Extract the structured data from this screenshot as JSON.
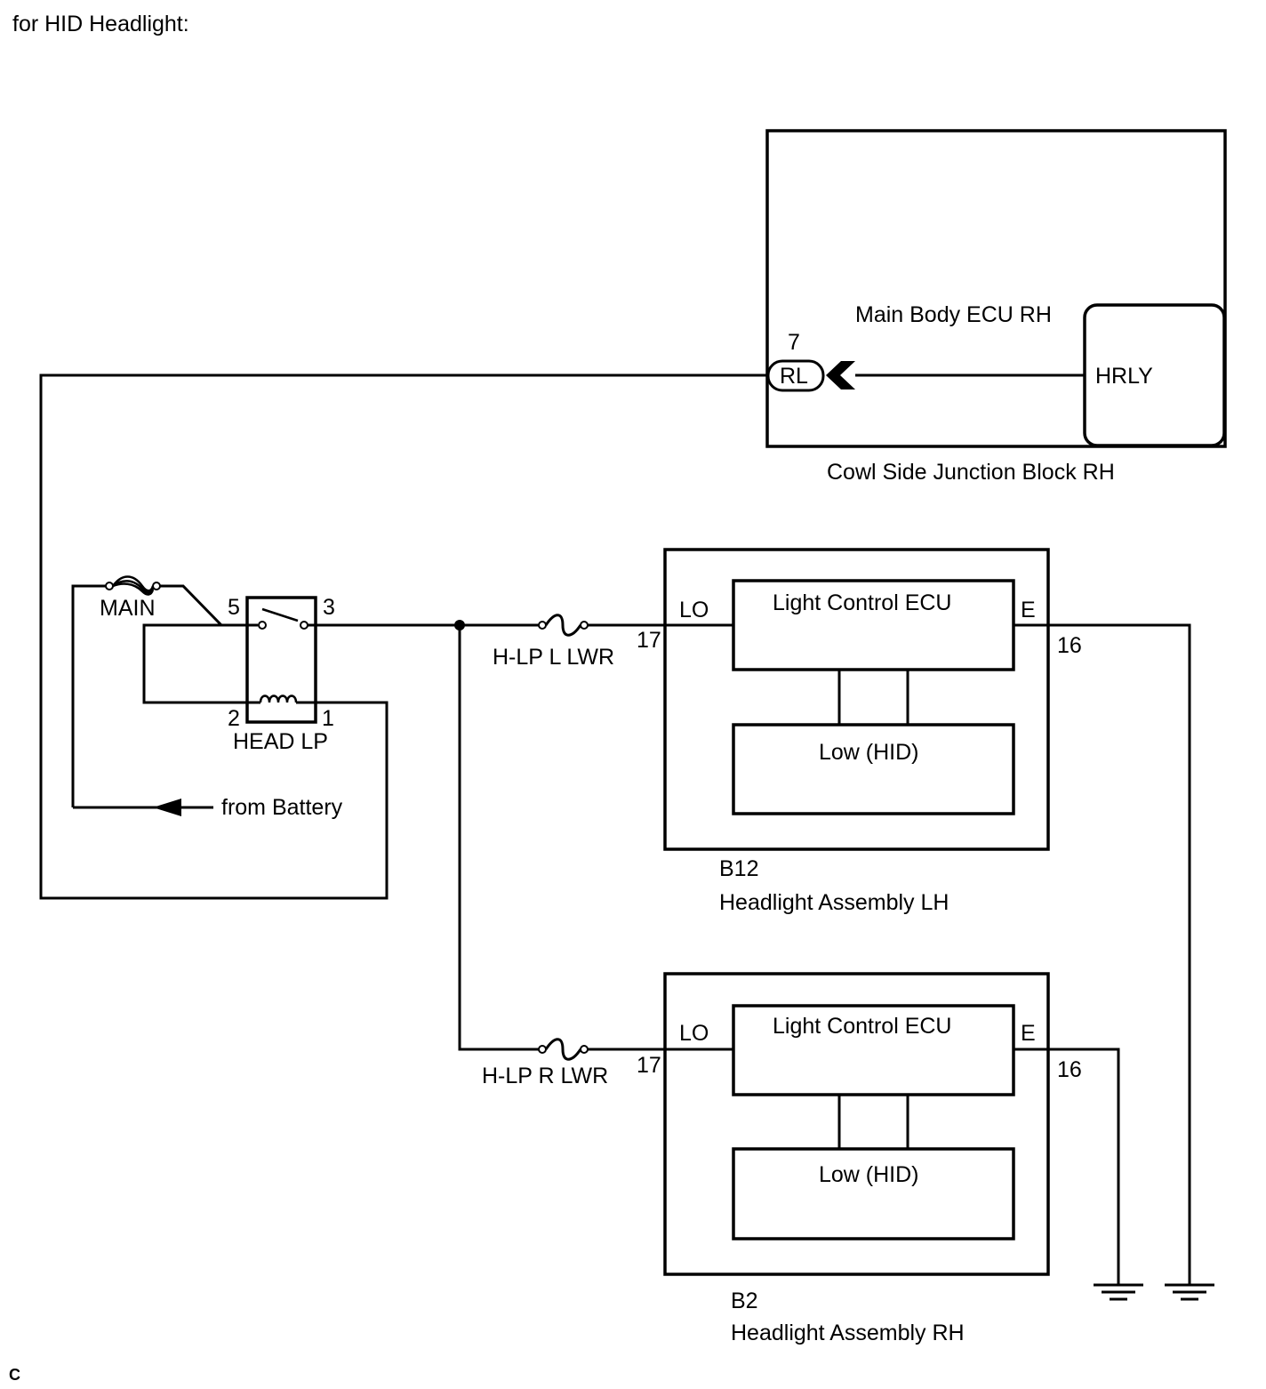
{
  "header": {
    "title": "for HID Headlight:"
  },
  "footer": {
    "mark": "C"
  },
  "cowl_block": {
    "label": "Cowl Side Junction Block RH",
    "ecu_label": "Main Body ECU RH",
    "relay_label": "HRLY",
    "terminal_label": "RL",
    "terminal_number": "7"
  },
  "fuse_main": {
    "label": "MAIN"
  },
  "relay_head": {
    "label": "HEAD LP",
    "pin5": "5",
    "pin3": "3",
    "pin2": "2",
    "pin1": "1"
  },
  "battery": {
    "label": "from Battery"
  },
  "fuse_left": {
    "label": "H-LP L LWR"
  },
  "fuse_right": {
    "label": "H-LP R LWR"
  },
  "headlight_lh": {
    "connector": "B12",
    "name": "Headlight Assembly LH",
    "ecu": "Light Control ECU",
    "lamp": "Low (HID)",
    "pin_lo": "LO",
    "pin_e": "E",
    "pin_lo_no": "17",
    "pin_e_no": "16"
  },
  "headlight_rh": {
    "connector": "B2",
    "name": "Headlight Assembly RH",
    "ecu": "Light Control ECU",
    "lamp": "Low (HID)",
    "pin_lo": "LO",
    "pin_e": "E",
    "pin_lo_no": "17",
    "pin_e_no": "16"
  }
}
